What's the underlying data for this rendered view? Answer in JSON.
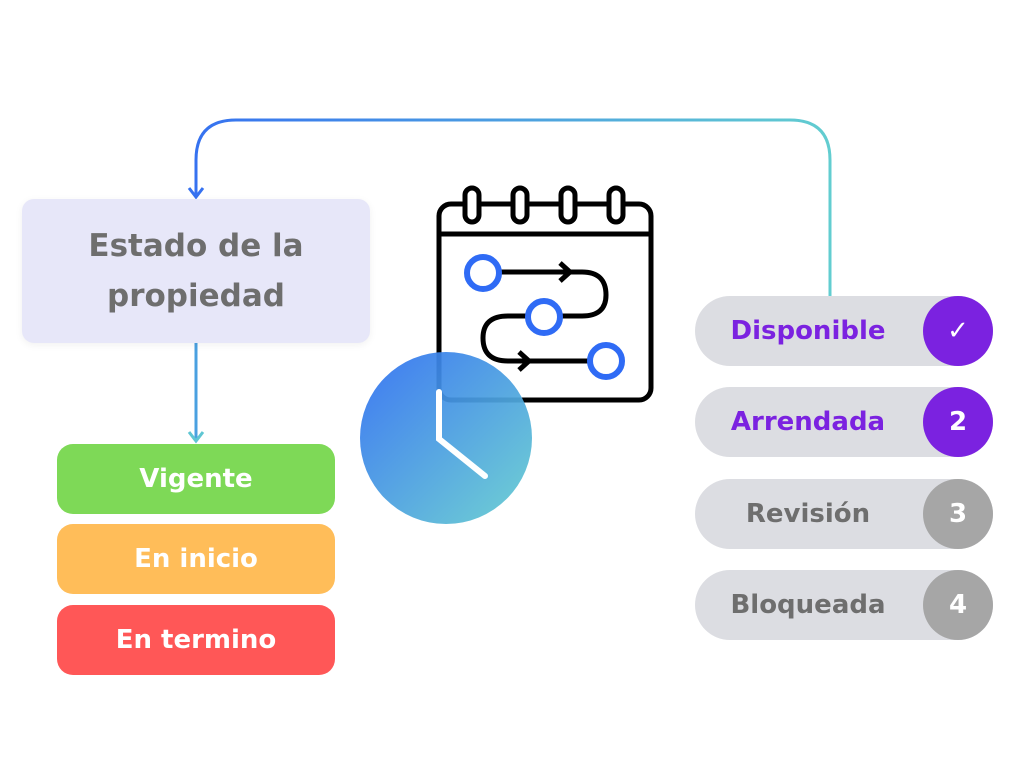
{
  "title": "Estado de la propiedad",
  "contract_states": [
    {
      "label": "Vigente",
      "color": "#7ed957"
    },
    {
      "label": "En inicio",
      "color": "#ffbd59"
    },
    {
      "label": "En termino",
      "color": "#ff5757"
    }
  ],
  "property_states": [
    {
      "label": "Disponible",
      "badge": "✓",
      "text_color": "#7b22e0",
      "badge_color": "#7b22e0"
    },
    {
      "label": "Arrendada",
      "badge": "2",
      "text_color": "#7b22e0",
      "badge_color": "#7b22e0"
    },
    {
      "label": "Revisión",
      "badge": "3",
      "text_color": "#6e6e6e",
      "badge_color": "#a6a6a6"
    },
    {
      "label": "Bloqueada",
      "badge": "4",
      "text_color": "#6e6e6e",
      "badge_color": "#a6a6a6"
    }
  ],
  "colors": {
    "gradient_start": "#3672f0",
    "gradient_end": "#62cdd0"
  }
}
